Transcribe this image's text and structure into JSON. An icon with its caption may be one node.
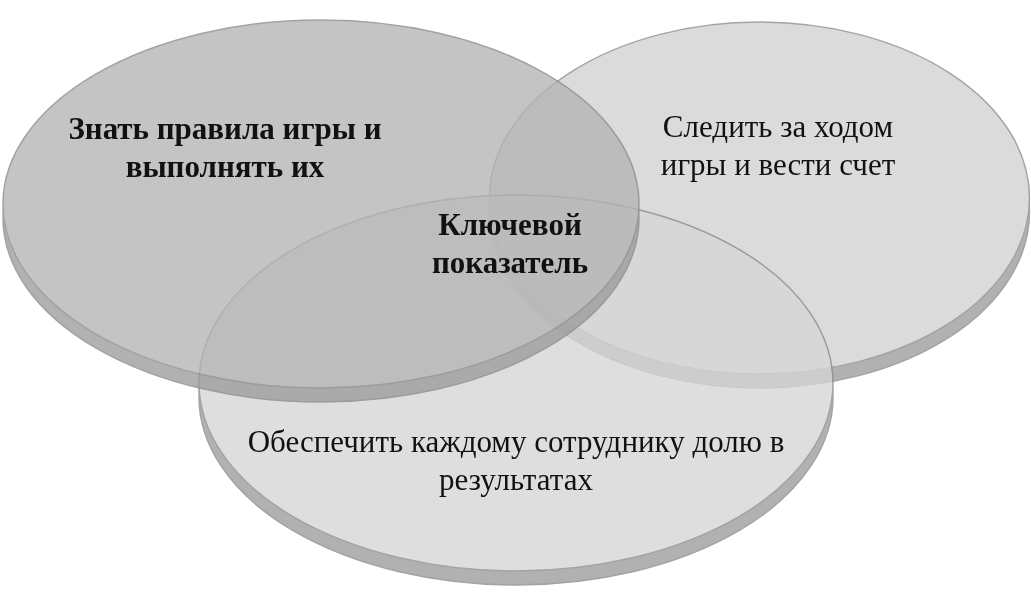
{
  "diagram": {
    "nodes": [
      {
        "text": [
          "Знать правила игры и выполнять их"
        ]
      },
      {
        "text": [
          "Следить за ходом игры и вести счет"
        ]
      },
      {
        "text": [
          "Обеспечить каждому сотруднику долю в результатах"
        ]
      }
    ],
    "edges": [],
    "labels": [
      "Ключевой показатель"
    ]
  }
}
